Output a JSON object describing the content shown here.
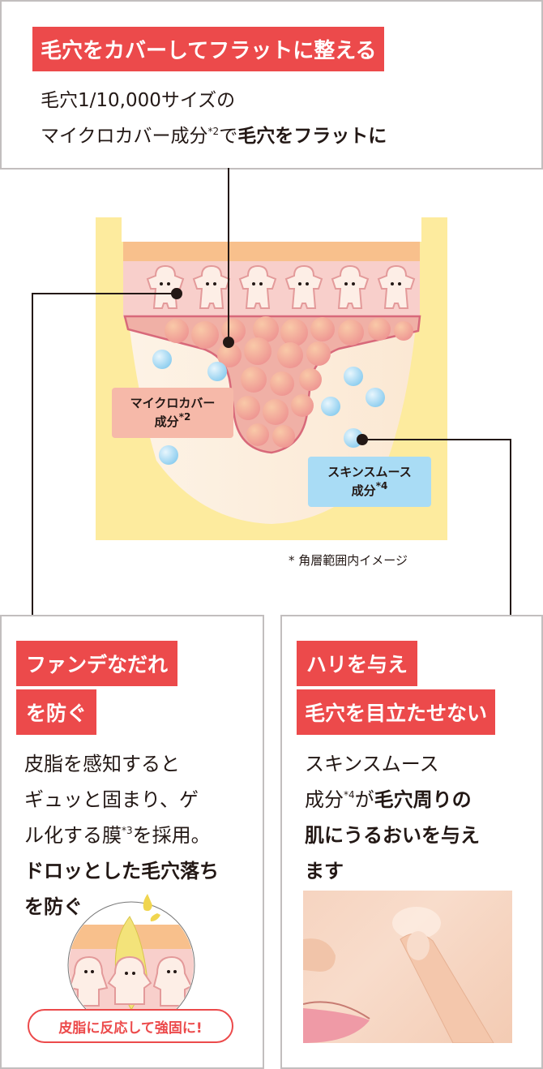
{
  "top_card": {
    "heading": "毛穴をカバーしてフラットに整える",
    "line1": "毛穴1/10,000サイズの",
    "line2_plain": "マイクロカバー成分",
    "line2_sup": "*2",
    "line2_mid": "で",
    "line2_bold": "毛穴をフラットに"
  },
  "diagram": {
    "micro_cover_label_line1": "マイクロカバー",
    "micro_cover_label_line2": "成分",
    "micro_cover_sup": "*2",
    "skin_smooth_label_line1": "スキンスムース",
    "skin_smooth_label_line2": "成分",
    "skin_smooth_sup": "*4",
    "note": "* 角層範囲内イメージ",
    "colors": {
      "outer_yellow": "#fdeb9e",
      "top_layer": "#f8c08c",
      "cell_layer": "#f8cfcb",
      "pore_fill": "#f3a8a0",
      "inner_cream": "#fdf1e2",
      "micro_label_bg": "#f6b9a9",
      "smooth_label_bg": "#a9dcf5"
    }
  },
  "left_card": {
    "heading_line1": "ファンデなだれ",
    "heading_line2": "を防ぐ",
    "text_line1": "皮脂を感知すると",
    "text_line2": "ギュッと固まり、ゲ",
    "text_line3_pre": "ル化する膜",
    "text_line3_sup": "*3",
    "text_line3_post": "を採用。",
    "text_line4_bold": "ドロッとした毛穴落ち",
    "text_line5_bold": "を防ぐ",
    "badge": "皮脂に反応して強固に!"
  },
  "right_card": {
    "heading_line1": "ハリを与え",
    "heading_line2": "毛穴を目立たせない",
    "text_line1": "スキンスムース",
    "text_line2_pre": "成分",
    "text_line2_sup": "*4",
    "text_line2_mid": "が",
    "text_line2_bold": "毛穴周りの",
    "text_line3_bold": "肌にうるおいを与え",
    "text_line4_bold": "ます"
  },
  "colors": {
    "accent_red": "#ec4a4b",
    "border_gray": "#c2bebe",
    "text_dark": "#231815"
  }
}
